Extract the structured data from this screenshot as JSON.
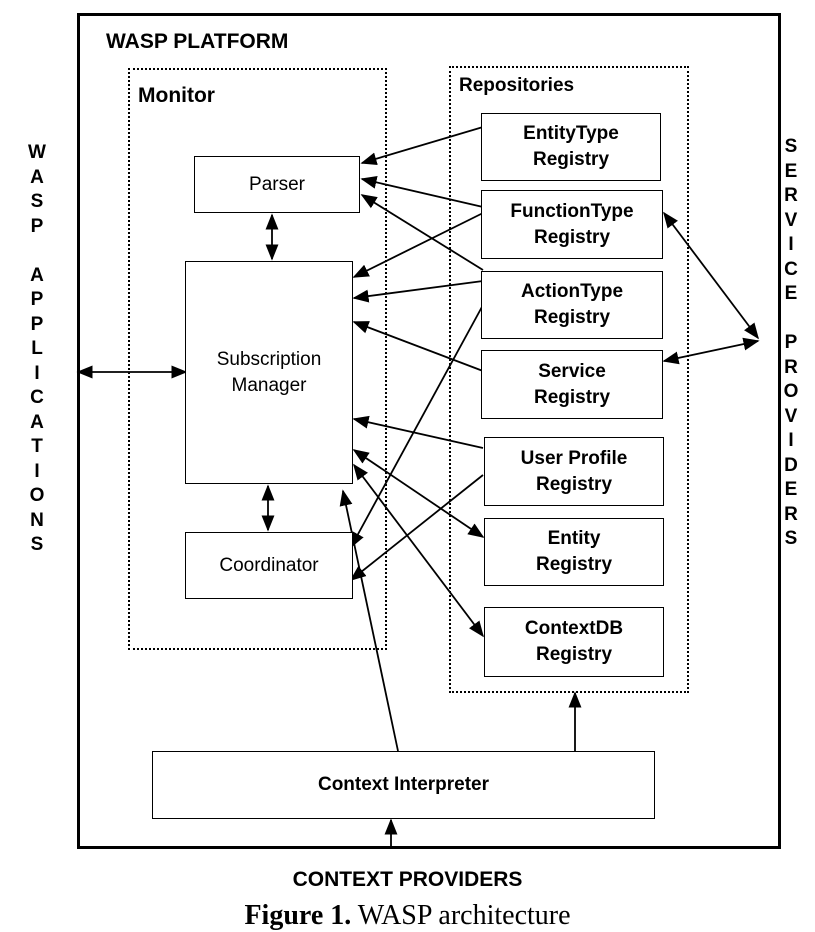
{
  "platform_title": "WASP PLATFORM",
  "monitor": {
    "title": "Monitor",
    "parser": "Parser",
    "subscription_line1": "Subscription",
    "subscription_line2": "Manager",
    "coordinator": "Coordinator"
  },
  "repositories": {
    "title": "Repositories",
    "items": [
      {
        "line1": "EntityType",
        "line2": "Registry"
      },
      {
        "line1": "FunctionType",
        "line2": "Registry"
      },
      {
        "line1": "ActionType",
        "line2": "Registry"
      },
      {
        "line1": "Service",
        "line2": "Registry"
      },
      {
        "line1": "User Profile",
        "line2": "Registry"
      },
      {
        "line1": "Entity",
        "line2": "Registry"
      },
      {
        "line1": "ContextDB",
        "line2": "Registry"
      }
    ]
  },
  "context_interpreter": "Context Interpreter",
  "context_providers": "CONTEXT PROVIDERS",
  "left_label": {
    "word1": [
      "W",
      "A",
      "S",
      "P"
    ],
    "word2": [
      "A",
      "P",
      "P",
      "L",
      "I",
      "C",
      "A",
      "T",
      "I",
      "O",
      "N",
      "S"
    ]
  },
  "right_label": {
    "word1": [
      "S",
      "E",
      "R",
      "V",
      "I",
      "C",
      "E"
    ],
    "word2": [
      "P",
      "R",
      "O",
      "V",
      "I",
      "D",
      "E",
      "R",
      "S"
    ]
  },
  "caption": {
    "bold": "Figure 1.",
    "text": " WASP architecture"
  }
}
